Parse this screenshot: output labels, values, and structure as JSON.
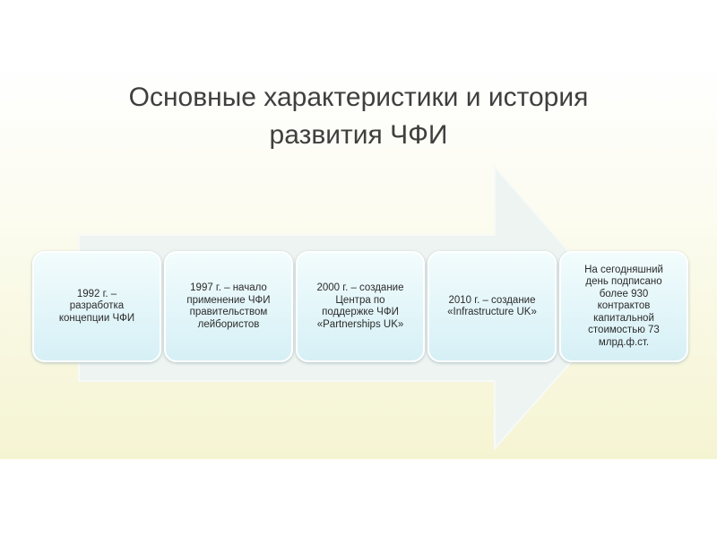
{
  "title": {
    "line1": "Основные характеристики и история",
    "line2": "развития ЧФИ"
  },
  "timeline": [
    {
      "lines": [
        "1992 г. –",
        "разработка",
        "концепции ЧФИ"
      ]
    },
    {
      "lines": [
        "1997 г. – начало",
        "применение ЧФИ",
        "правительством",
        "лейбористов"
      ]
    },
    {
      "lines": [
        "2000 г. – создание",
        "Центра по",
        "поддержке ЧФИ",
        "«Partnerships UK»"
      ]
    },
    {
      "lines": [
        "2010 г. – создание",
        "«Infrastructure UK»"
      ]
    },
    {
      "lines": [
        "На сегодняшний",
        "день подписано",
        "более 930",
        "контрактов",
        "капитальной",
        "стоимостью 73",
        "млрд.ф.ст."
      ]
    }
  ],
  "colors": {
    "arrow": "#eef4f2",
    "box_top": "#f2fcfd",
    "box_bottom": "#d6f0f6",
    "title_text": "#3f3f3f"
  }
}
